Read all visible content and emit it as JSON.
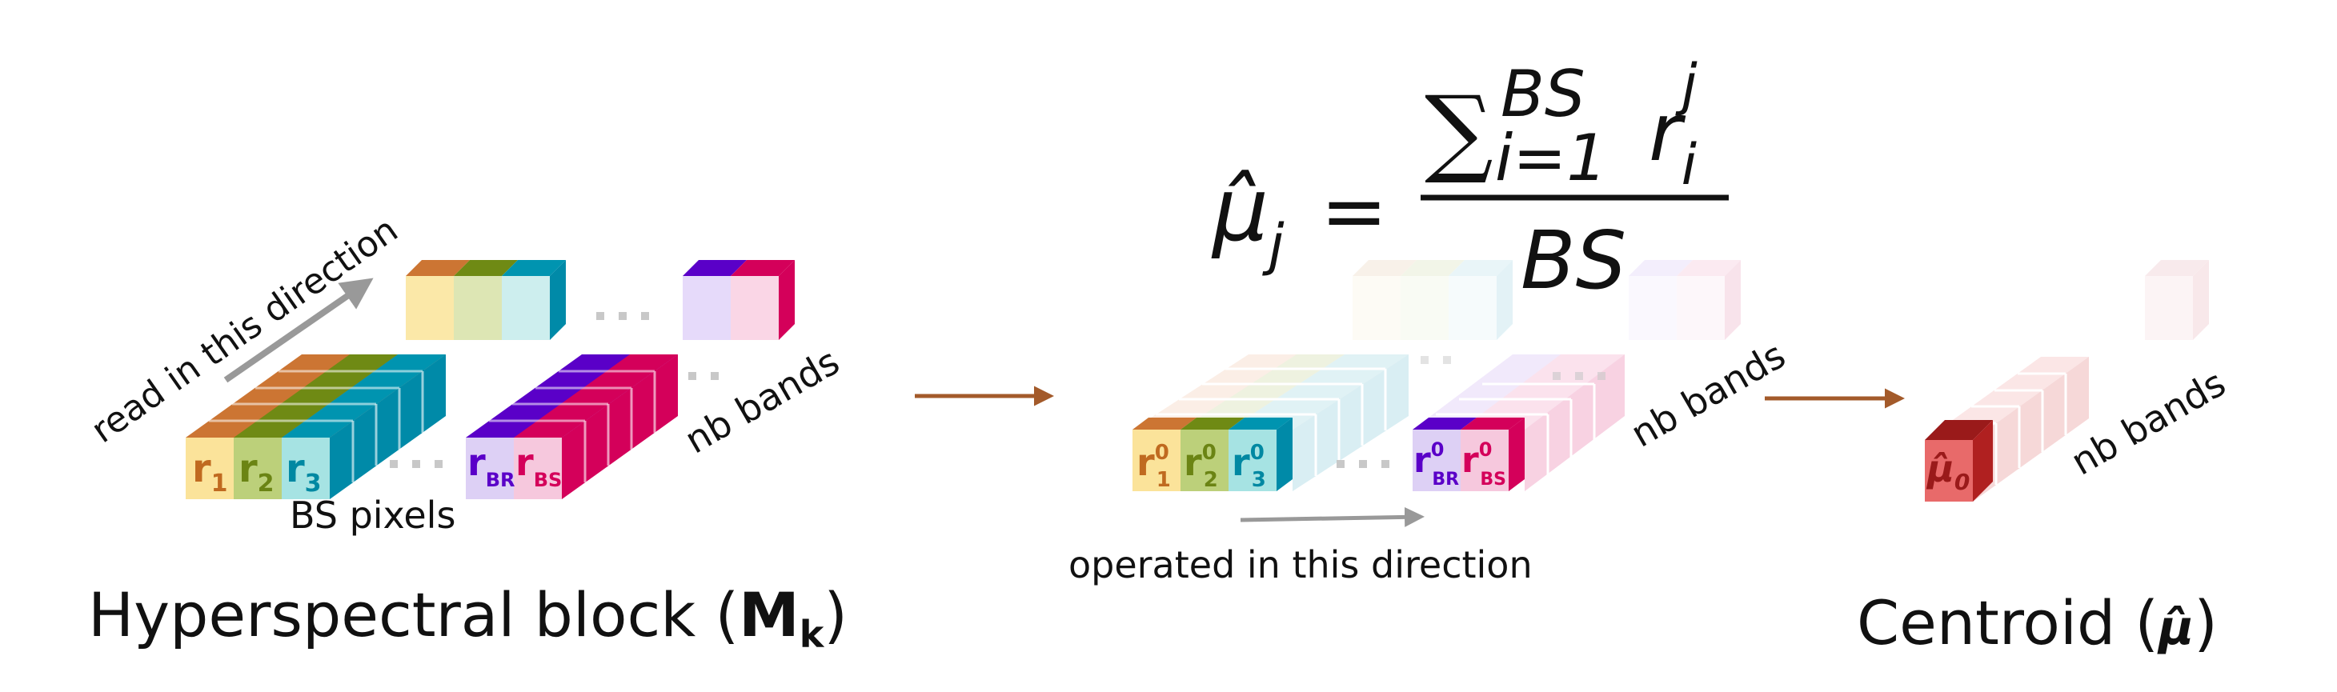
{
  "labels": {
    "read_direction": "read in this direction",
    "bs_pixels": "BS pixels",
    "nb_bands_1": "nb bands",
    "nb_bands_2": "nb bands",
    "nb_bands_3": "nb bands",
    "operated_direction": "operated in this direction",
    "block_title_prefix": "Hyperspectral block (",
    "block_title_symbol": "M",
    "block_title_sub": "k",
    "block_title_suffix": ")",
    "centroid_prefix": "Centroid (",
    "centroid_symbol": "μ̂",
    "centroid_suffix": ")"
  },
  "pixels_left": [
    {
      "r": "r",
      "sub": "1"
    },
    {
      "r": "r",
      "sub": "2"
    },
    {
      "r": "r",
      "sub": "3"
    },
    {
      "r": "r",
      "sub": "BR"
    },
    {
      "r": "r",
      "sub": "BS"
    }
  ],
  "pixels_mid": [
    {
      "r": "r",
      "sub": "1",
      "sup": "0"
    },
    {
      "r": "r",
      "sub": "2",
      "sup": "0"
    },
    {
      "r": "r",
      "sub": "3",
      "sup": "0"
    },
    {
      "r": "r",
      "sub": "BR",
      "sup": "0"
    },
    {
      "r": "r",
      "sub": "BS",
      "sup": "0"
    }
  ],
  "centroid_cell": {
    "symbol": "μ̂",
    "sub": "0"
  },
  "formula": {
    "lhs": "μ̂",
    "lhs_sub": "j",
    "equals": "=",
    "sum": "∑",
    "sum_lower": "i=1",
    "sum_upper": "BS",
    "term": "r",
    "term_sub": "i",
    "term_sup": "j",
    "denominator": "BS"
  },
  "colors": {
    "orange": "#f0ce6e",
    "orange_top": "#cc7533",
    "green": "#b7cc71",
    "green_top": "#6f8a14",
    "teal": "#9fe0e0",
    "teal_side": "#008aa8",
    "violet": "#d8c7ef",
    "violet_top": "#5a00c8",
    "pink": "#f5c6dc",
    "pink_side": "#d4005a",
    "red": "#e86a6a",
    "red_dark": "#9a1a1a",
    "arrow_brown": "#a35a2a",
    "arrow_gray": "#999999"
  }
}
